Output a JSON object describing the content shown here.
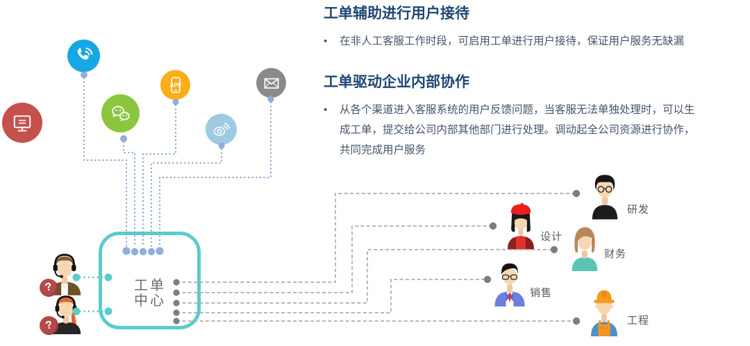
{
  "sections": [
    {
      "heading": "工单辅助进行用户接待",
      "bullets": [
        "在非人工客服工作时段，可启用工单进行用户接待，保证用户服务无缺漏"
      ]
    },
    {
      "heading": "工单驱动企业内部协作",
      "bullets": [
        "从各个渠道进入客服系统的用户反馈问题，当客服无法单独处理时，可以生成工单，提交给公司内部其他部门进行处理。调动起全公司资源进行协作，共同完成用户服务"
      ]
    }
  ],
  "bullet_marker": "•",
  "center_box": {
    "line1": "工单",
    "line2": "中心"
  },
  "channels": {
    "desktop": {
      "name": "desktop-web-channel",
      "color": "#C5514C"
    },
    "phone": {
      "name": "phone-channel",
      "color": "#16A7E4"
    },
    "wechat": {
      "name": "wechat-channel",
      "color": "#8CC63F"
    },
    "app": {
      "name": "app-channel",
      "color": "#FBAE17",
      "label": "APP"
    },
    "weibo": {
      "name": "weibo-channel",
      "color": "#9FCBE2"
    },
    "email": {
      "name": "email-channel",
      "color": "#8A8A8A"
    }
  },
  "departments": [
    {
      "label": "研发"
    },
    {
      "label": "设计"
    },
    {
      "label": "财务"
    },
    {
      "label": "销售"
    },
    {
      "label": "工程"
    }
  ],
  "agents": {
    "question_mark": "?"
  },
  "colors": {
    "heading": "#1F4773",
    "body_text": "#44546A",
    "ticket_box_border": "#5CCBCB",
    "blue_connector": "#7F9FCB",
    "blue_dot": "#92AED9",
    "gray_dash": "#ACACAC",
    "gray_dot": "#7E7E7E",
    "label_text": "#595959"
  }
}
